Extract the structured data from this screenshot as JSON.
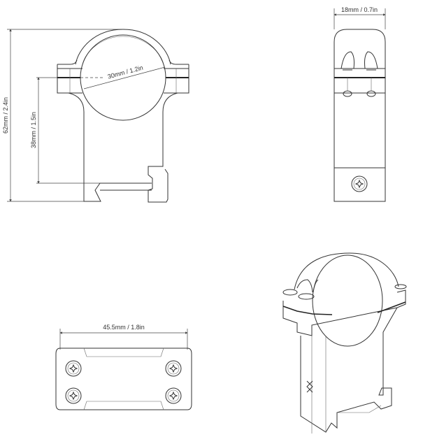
{
  "dimensions": {
    "overall_height": "62mm / 2.4in",
    "center_height": "38mm / 1.5in",
    "ring_diameter": "30mm / 1.2in",
    "ring_width": "18mm / 0.7in",
    "base_length": "45.5mm / 1.8in"
  },
  "colors": {
    "line": "#333333",
    "background": "#ffffff"
  }
}
